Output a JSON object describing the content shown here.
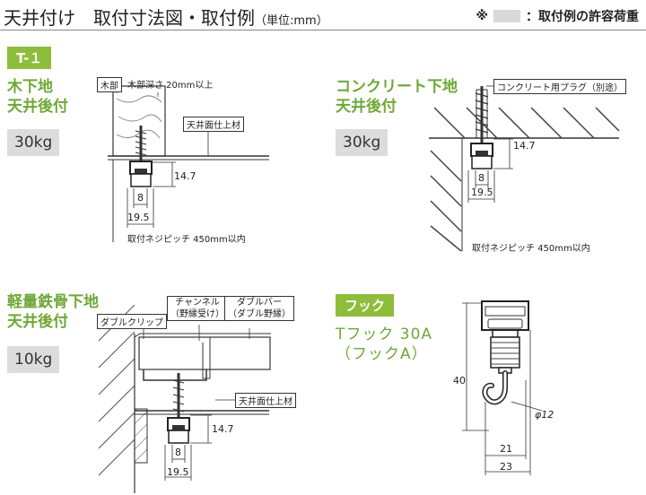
{
  "header": {
    "title": "天井付け　取付寸法図・取付例",
    "unit": "（単位:mm）",
    "legend_mark": "※",
    "legend_text": "：取付例の許容荷重"
  },
  "sections": [
    {
      "tag": "T-１",
      "title_lines": [
        "木下地",
        "天井後付"
      ],
      "load": "30kg",
      "labels": {
        "wood": "木部",
        "depth": "木部深さ 20mm以上",
        "finish": "天井面仕上材",
        "pitch": "取付ネジピッチ 450mm以内"
      },
      "dims": {
        "height": "14.7",
        "inner": "8",
        "outer": "19.5"
      }
    },
    {
      "title_lines": [
        "コンクリート下地",
        "天井後付"
      ],
      "load": "30kg",
      "labels": {
        "plug": "コンクリート用プラグ（別途）",
        "pitch": "取付ネジピッチ 450mm以内"
      },
      "dims": {
        "height": "14.7",
        "inner": "8",
        "outer": "19.5"
      }
    },
    {
      "title_lines": [
        "軽量鉄骨下地",
        "天井後付"
      ],
      "load": "10kg",
      "labels": {
        "clip": "ダブルクリップ",
        "channel1": "チャンネル",
        "channel2": "（野縁受け）",
        "bar1": "ダブルバー",
        "bar2": "（ダブル野縁）",
        "finish": "天井面仕上材"
      },
      "dims": {
        "height": "14.7",
        "inner": "8",
        "outer": "19.5"
      }
    },
    {
      "tag": "フック",
      "title_lines": [
        "Tフック 30A",
        "（フックA）"
      ],
      "dims": {
        "height": "40",
        "diameter": "φ12",
        "inner": "21",
        "outer": "23"
      }
    }
  ]
}
